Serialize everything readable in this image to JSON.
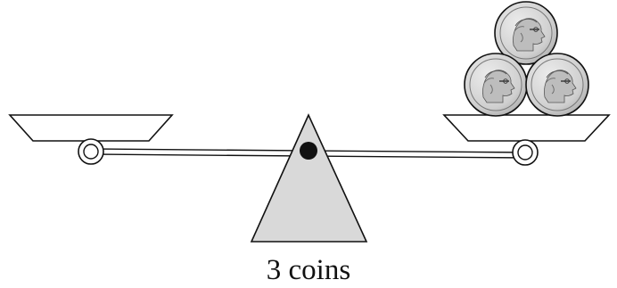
{
  "caption": "3 coins",
  "left_pan": {
    "coins": 0
  },
  "right_pan": {
    "coins": 3
  },
  "colors": {
    "stroke": "#111111",
    "fulcrum_fill": "#d9d9d9",
    "coin_fill": "#d6d6d6",
    "pivot": "#111111"
  }
}
